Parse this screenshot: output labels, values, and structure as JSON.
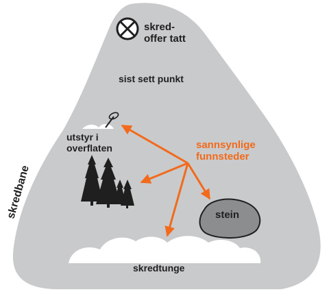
{
  "labels": {
    "victim_line1": "skred-",
    "victim_line2": "offer tatt",
    "last_seen": "sist sett punkt",
    "equipment_line1": "utstyr i",
    "equipment_line2": "overflaten",
    "probable_line1": "sannsynlige",
    "probable_line2": "funnsteder",
    "path": "skredbane",
    "rock": "stein",
    "deposit": "skredtunge"
  },
  "colors": {
    "mountain": "#c9cacb",
    "ink": "#1f1f1f",
    "accent": "#f26a1b",
    "snow": "#ffffff",
    "rock": "#8c8d8f"
  },
  "icons": [
    "crosshair-icon",
    "ski-pole-icon",
    "tree-icon",
    "rock-icon",
    "snow-debris-icon"
  ]
}
